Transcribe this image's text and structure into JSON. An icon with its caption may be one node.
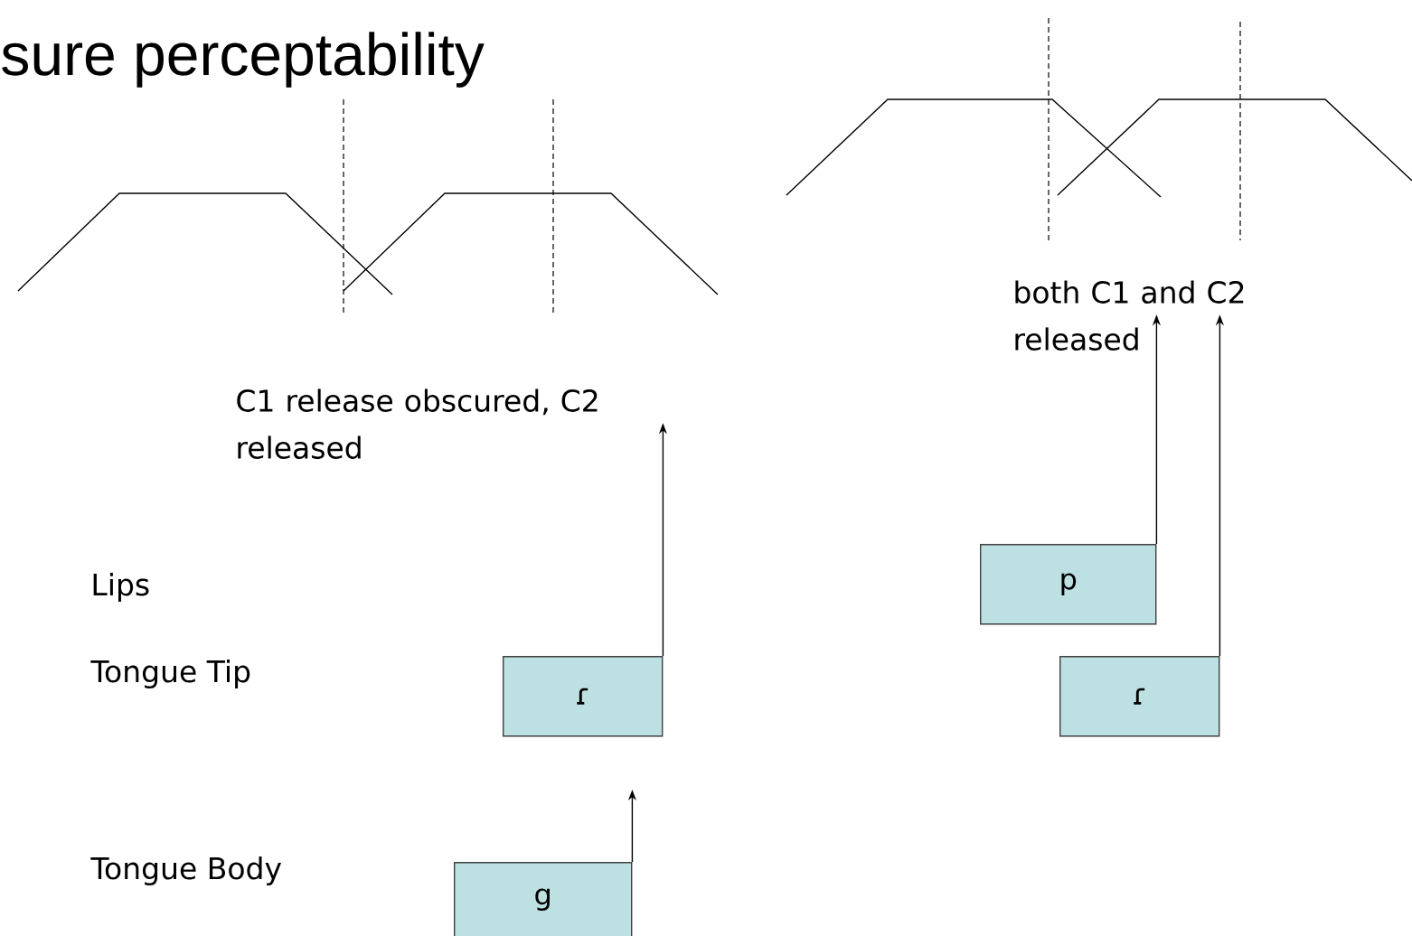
{
  "diagram": {
    "title": "sure perceptability",
    "nodes": [
      {
        "text": [
          "ɾ"
        ]
      },
      {
        "text": [
          "g"
        ]
      },
      {
        "text": [
          "C1 release obscured, C2 released"
        ]
      },
      {
        "text": [
          "p"
        ]
      },
      {
        "text": [
          "ɾ"
        ]
      },
      {
        "text": [
          "both C1 and C2 released"
        ]
      }
    ],
    "edges": [
      {
        "from": 0,
        "to": 2,
        "arrow": "to"
      },
      {
        "from": 1,
        "to": null,
        "arrow": "to"
      },
      {
        "from": 3,
        "to": 5,
        "arrow": "to"
      },
      {
        "from": 4,
        "to": 5,
        "arrow": "to"
      }
    ],
    "labels": [
      "Lips",
      "Tongue Tip",
      "Tongue Body"
    ]
  }
}
